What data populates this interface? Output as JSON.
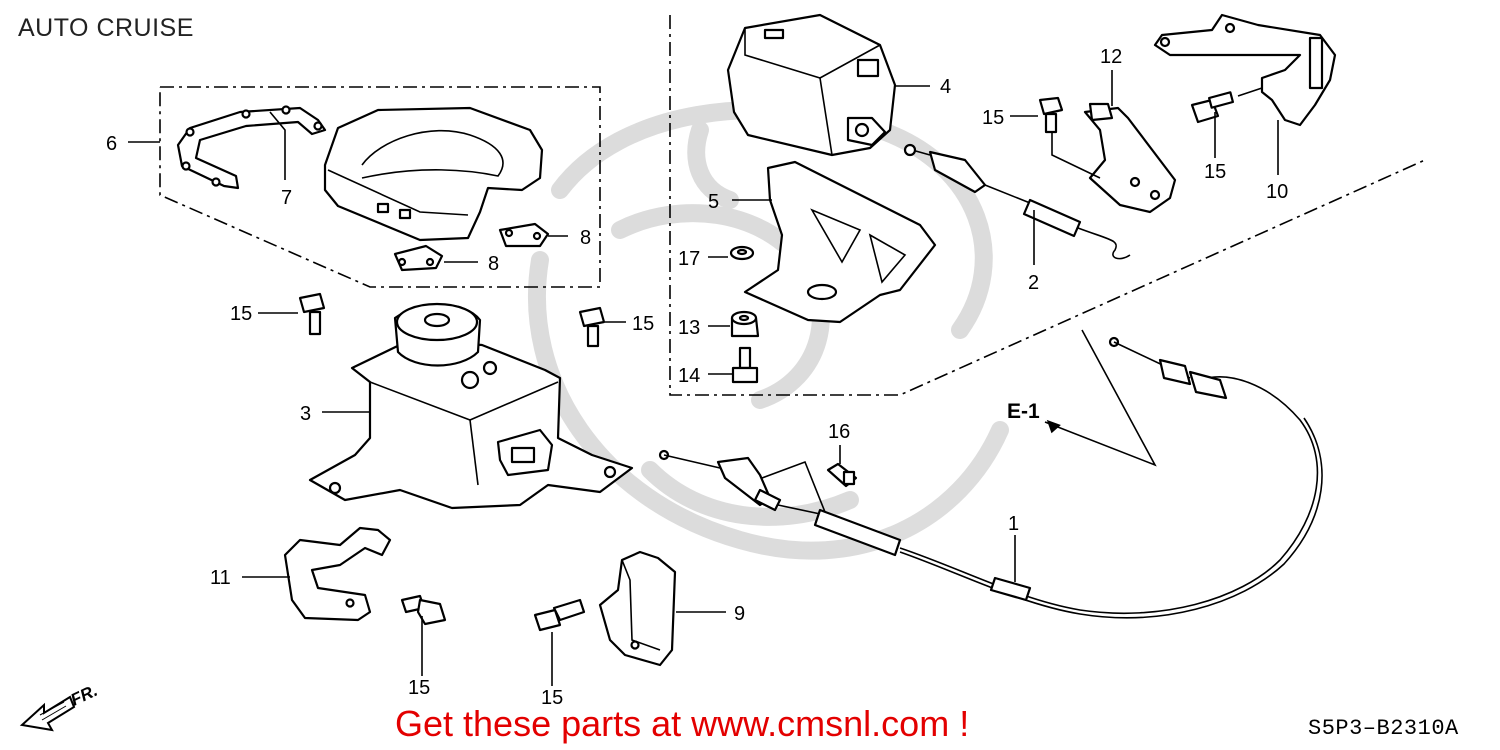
{
  "title": "AUTO CRUISE",
  "footer": {
    "promo": "Get these parts at www.cmsnl.com !",
    "diagram_code": "S5P3–B2310A"
  },
  "arrows": {
    "section_ref": "E-1",
    "front": "FR."
  },
  "callouts": {
    "c1": "1",
    "c2": "2",
    "c3": "3",
    "c4": "4",
    "c5": "5",
    "c6": "6",
    "c7": "7",
    "c8a": "8",
    "c8b": "8",
    "c9": "9",
    "c10": "10",
    "c11": "11",
    "c12": "12",
    "c13": "13",
    "c14": "14",
    "c15a": "15",
    "c15b": "15",
    "c15c": "15",
    "c15d": "15",
    "c15e": "15",
    "c15f": "15",
    "c16": "16",
    "c17": "17"
  },
  "colors": {
    "promo": "#e30000",
    "watermark": "#d9d9d9",
    "ink": "#000000"
  }
}
